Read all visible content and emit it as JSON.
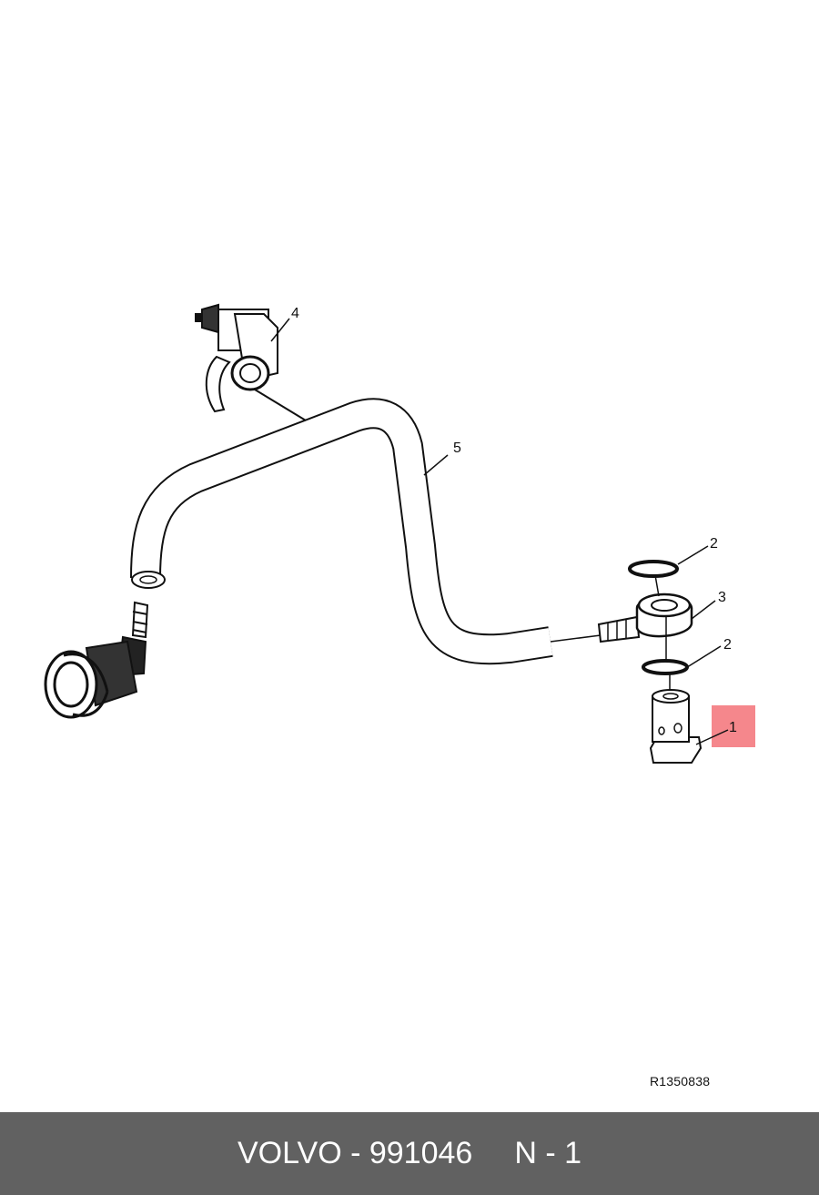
{
  "diagram": {
    "callouts": [
      "1",
      "2",
      "2",
      "3",
      "4",
      "5"
    ],
    "highlight_color": "#f47a80",
    "reference_code": "R1350838"
  },
  "footer": {
    "brand_part": "VOLVO - 991046",
    "quantity": "N - 1",
    "background": "#616161"
  }
}
